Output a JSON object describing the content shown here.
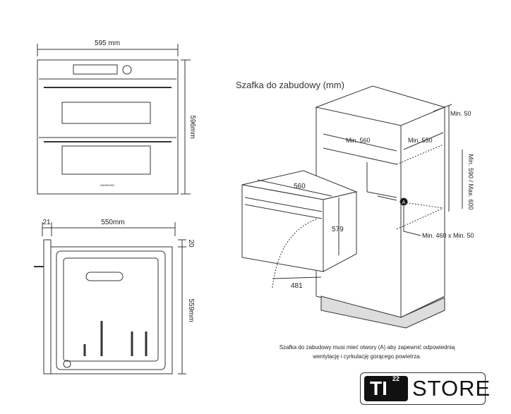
{
  "front_view": {
    "width_label": "595 mm",
    "height_label": "596mm",
    "brand": "SAMSUNG"
  },
  "side_view": {
    "offset_label": "21",
    "depth_label": "550mm",
    "top_gap_label": "20",
    "height_label": "559mm"
  },
  "cabinet": {
    "title": "Szafka do zabudowy (mm)",
    "labels": {
      "min_50": "Min. 50",
      "min_560": "Min. 560",
      "min_550": "Min. 550",
      "height_range": "Min. 590 / Max. 600",
      "vent": "Min. 460 x Min. 50",
      "oven_width": "560",
      "oven_height": "579",
      "oven_depth": "481",
      "marker": "A"
    },
    "note_line1": "Szafka do zabudowy musi mieć otwory (A) aby zapewnić odpowiednią",
    "note_line2": "wentylację i cyrkulację gorącego powietrza."
  },
  "logo": {
    "mark": "TI",
    "superscript": "22",
    "word": "STORE"
  }
}
